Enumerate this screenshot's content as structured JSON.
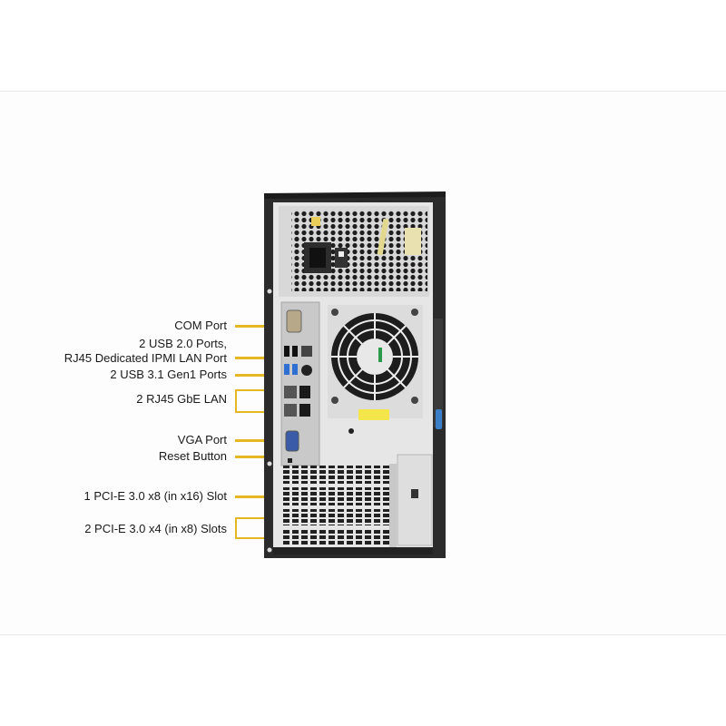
{
  "image": {
    "subject": "Server tower chassis rear view",
    "colors": {
      "leader_line": "#e5b722",
      "chassis_frame": "#2b2b2b",
      "chassis_panel": "#e4e4e4",
      "label_text": "#1a1a1a",
      "usb3_blue": "#2f6fd1",
      "latch_blue": "#3a7ec8",
      "warning_yellow": "#f4e64a"
    }
  },
  "callouts": [
    {
      "id": "com-port",
      "label": "COM Port"
    },
    {
      "id": "usb2-ipmi",
      "label_line1": "2 USB 2.0 Ports,",
      "label_line2": "RJ45 Dedicated IPMI  LAN Port"
    },
    {
      "id": "usb31",
      "label": "2 USB 3.1 Gen1  Ports"
    },
    {
      "id": "rj45-gbe",
      "label": "2 RJ45 GbE LAN"
    },
    {
      "id": "vga-port",
      "label": "VGA Port"
    },
    {
      "id": "reset-button",
      "label": "Reset Button"
    },
    {
      "id": "pcie-x8",
      "label": "1 PCI-E 3.0 x8 (in x16) Slot"
    },
    {
      "id": "pcie-x4",
      "label": "2 PCI-E 3.0 x4 (in x8) Slots"
    }
  ]
}
